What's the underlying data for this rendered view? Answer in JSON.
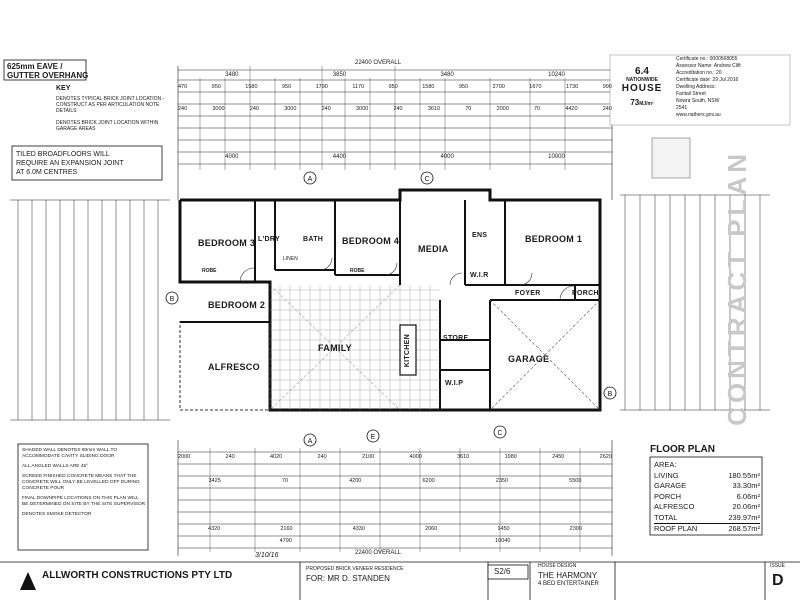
{
  "header": {
    "eave_line1": "625mm EAVE /",
    "eave_line2": "GUTTER OVERHANG",
    "key_title": "KEY",
    "key_items": [
      "DENOTES TYPICAL BRICK JOINT LOCATION - CONSTRUCT AS PER ARTICULATION NOTE DETAILS",
      "DENOTES BRICK JOINT LOCATION WITHIN GARAGE AREAS"
    ],
    "tile_note": [
      "TILED BROADFLOORS WILL",
      "REQUIRE AN EXPANSION JOINT",
      "AT 6.0M CENTRES"
    ]
  },
  "certificate": {
    "cert_no_label": "Certificate no.:",
    "cert_no": "0000568055",
    "assessor_label": "Assessor Name:",
    "assessor": "Andrew Clift",
    "accred_label": "Accreditation no.:",
    "accred": "20",
    "date_label": "Certificate date:",
    "date": "29 Jul 2016",
    "address_label": "Dwelling Address:",
    "address1": "Fantail Street",
    "address2": "Nowra South, NSW",
    "postcode": "2541",
    "rating": "6.4",
    "brand1": "NATIONWIDE",
    "brand2": "HOUSE",
    "energy": "73",
    "url": "www.nathers.gov.au"
  },
  "dims_top": {
    "overall": "22400 OVERALL",
    "row1": [
      "3480",
      "3850",
      "3480",
      "10240"
    ],
    "row2": [
      "470",
      "950",
      "1580",
      "950",
      "1790",
      "1170",
      "950",
      "1580",
      "950",
      "2700",
      "1670",
      "1730",
      "990"
    ],
    "row3": [
      "240",
      "3000",
      "240",
      "3000",
      "240",
      "3000",
      "240",
      "3610",
      "70",
      "2000",
      "70",
      "4420",
      "240"
    ],
    "row4": [
      "4000",
      "4400",
      "4000",
      "10000"
    ]
  },
  "rooms": {
    "bed3": "BEDROOM 3",
    "ldry": "L'DRY",
    "bath": "BATH",
    "bed4": "BEDROOM 4",
    "media": "MEDIA",
    "ens": "ENS",
    "bed1": "BEDROOM 1",
    "wir": "W.I.R",
    "foyer": "FOYER",
    "porch": "PORCH",
    "bed2": "BEDROOM 2",
    "family": "FAMILY",
    "kitchen": "KITCHEN",
    "store": "STORE",
    "garage": "GARAGE",
    "alfresco": "ALFRESCO",
    "wip": "W.I.P",
    "linen": "LINEN",
    "robe1": "ROBE",
    "robe2": "ROBE"
  },
  "notes_left": [
    "SHADED WALL DENOTES 90mm WALL TO ACCOMMODATE CAVITY SLIDING DOOR",
    "ALL ANGLED WALLS ARE 45°",
    "SCREED FINISHED CONCRETE MEANS THAT THE CONCRETE WILL ONLY BE LEVELLED OFF DURING CONCRETE POUR",
    "FINAL DOWNPIPE LOCATIONS ON THIS PLAN WILL BE DETERMINED ON SITE BY THE SITE SUPERVISOR",
    "DENOTES SMOKE DETECTOR"
  ],
  "areas": {
    "title": "FLOOR PLAN",
    "area_label": "AREA:",
    "items": [
      {
        "label": "LIVING",
        "value": "180.55m²"
      },
      {
        "label": "GARAGE",
        "value": "33.30m²"
      },
      {
        "label": "PORCH",
        "value": "6.06m²"
      },
      {
        "label": "ALFRESCO",
        "value": "20.06m²"
      },
      {
        "label": "TOTAL",
        "value": "239.97m²"
      },
      {
        "label": "ROOF PLAN",
        "value": "268.57m²"
      }
    ]
  },
  "dims_bottom": {
    "overall": "22400 OVERALL",
    "row1": [
      "2000",
      "240",
      "4020",
      "240",
      "2100",
      "4000",
      "3610",
      "1980",
      "2450",
      "2620"
    ],
    "row2": [
      "3425",
      "70",
      "4200",
      "6200",
      "2350",
      "5500"
    ],
    "row3": [
      "4320",
      "2160",
      "4330",
      "2060",
      "1450",
      "2300"
    ],
    "row4": [
      "4790",
      "10040"
    ]
  },
  "footer": {
    "company": "ALLWORTH CONSTRUCTIONS PTY LTD",
    "client": "FOR: MR D. STANDEN",
    "proposed": "PROPOSED BRICK VENEER RESIDENCE",
    "sheet": "S2/6",
    "design_label": "HOUSE DESIGN",
    "design": "THE HARMONY",
    "subtitle": "4 BED ENTERTAINER",
    "issue_label": "ISSUE",
    "issue": "D",
    "date_sig": "3/10/16"
  },
  "watermark": "CONTRACT PLAN"
}
